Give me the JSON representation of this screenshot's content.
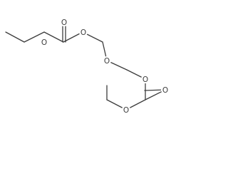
{
  "molecule": {
    "atom_labels": [
      "O",
      "O",
      "O",
      "O",
      "O",
      "O",
      "O"
    ]
  }
}
